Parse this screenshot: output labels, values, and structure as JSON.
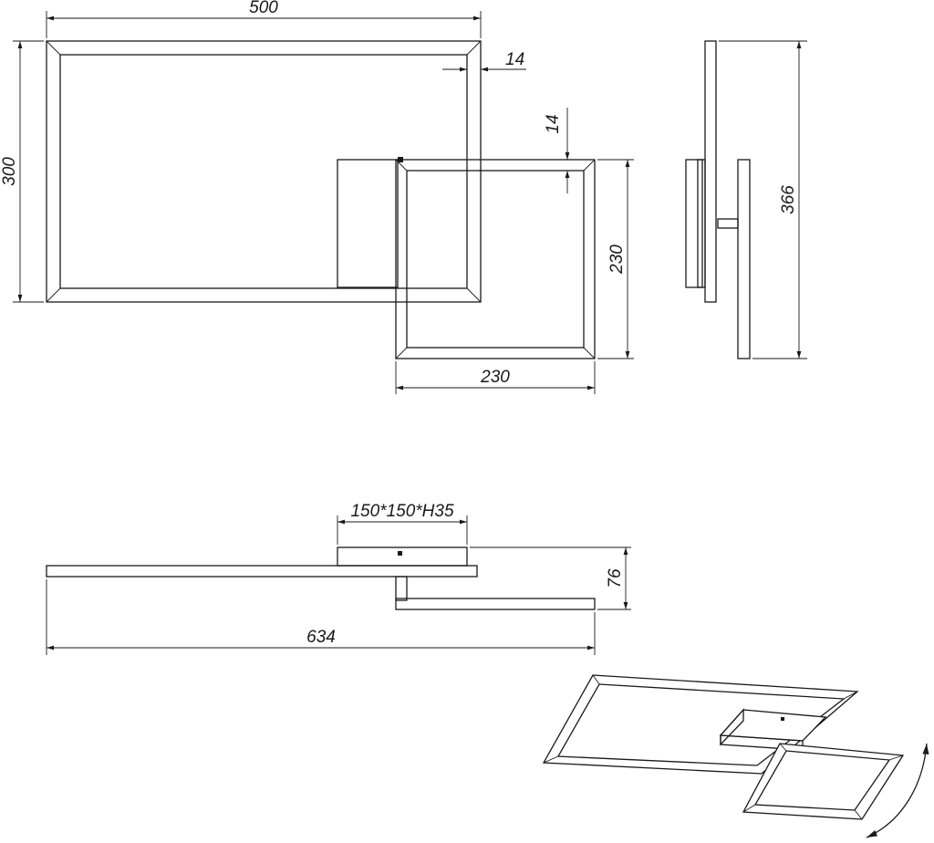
{
  "dimensions": {
    "width_top": "500",
    "frame_thickness": "14",
    "square_frame_thickness": "14",
    "height_left": "300",
    "square_height": "230",
    "square_width": "230",
    "side_height": "366",
    "base_size": "150*150*H35",
    "side_depth": "76",
    "total_width": "634"
  },
  "colors": {
    "line": "#1a1a1a",
    "background": "#ffffff"
  }
}
